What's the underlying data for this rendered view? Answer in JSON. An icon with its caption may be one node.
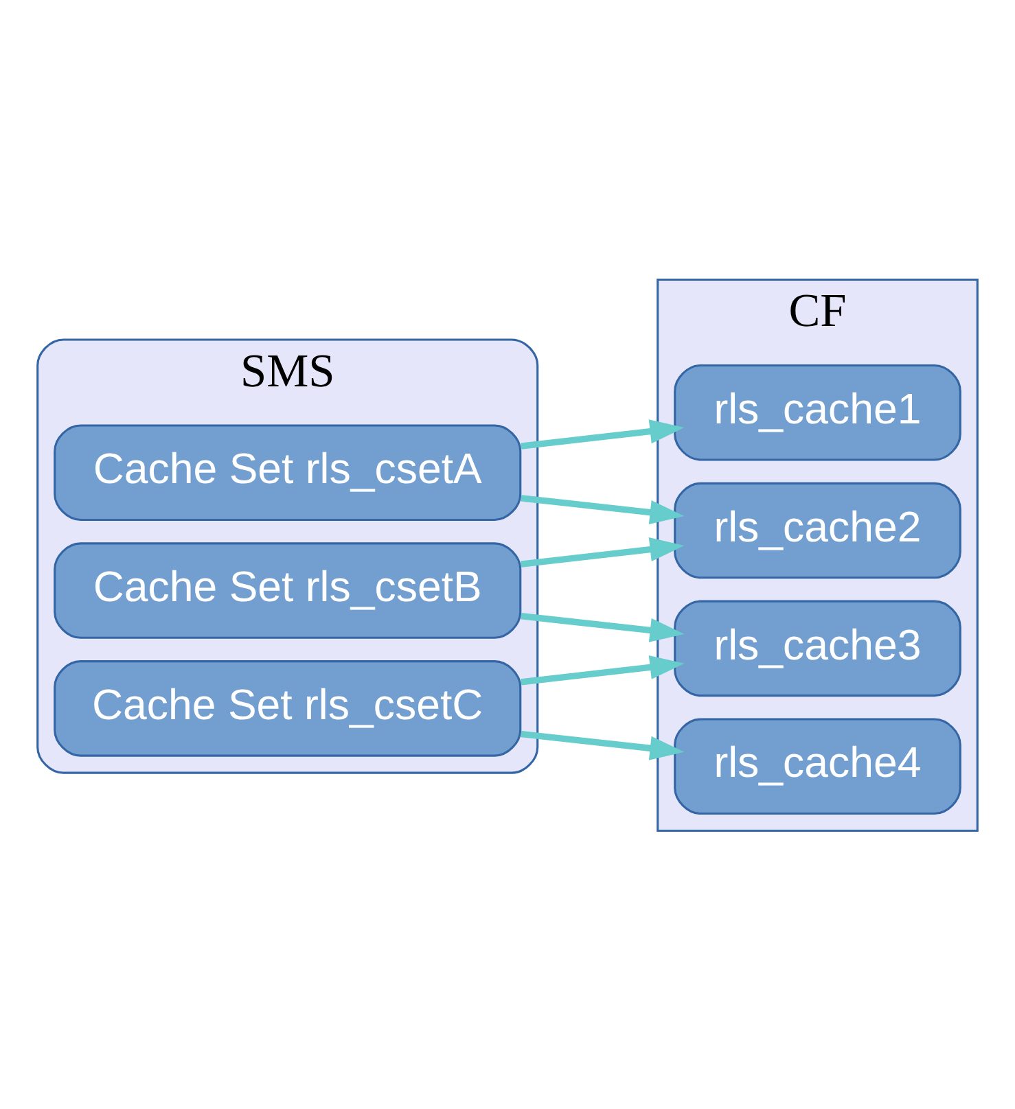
{
  "diagram": {
    "nodes": [
      {
        "text": [
          "SMS"
        ]
      },
      {
        "text": [
          "Cache Set rls_csetA"
        ],
        "in": 0
      },
      {
        "text": [
          "Cache Set rls_csetB"
        ],
        "in": 0
      },
      {
        "text": [
          "Cache Set rls_csetC"
        ],
        "in": 0
      },
      {
        "text": [
          "CF"
        ]
      },
      {
        "text": [
          "rls_cache1"
        ],
        "in": 4
      },
      {
        "text": [
          "rls_cache2"
        ],
        "in": 4
      },
      {
        "text": [
          "rls_cache3"
        ],
        "in": 4
      },
      {
        "text": [
          "rls_cache4"
        ],
        "in": 4
      }
    ],
    "edges": [
      {
        "from": 1,
        "to": 5,
        "arrow": "to"
      },
      {
        "from": 1,
        "to": 6,
        "arrow": "to"
      },
      {
        "from": 2,
        "to": 6,
        "arrow": "to"
      },
      {
        "from": 2,
        "to": 7,
        "arrow": "to"
      },
      {
        "from": 3,
        "to": 7,
        "arrow": "to"
      },
      {
        "from": 3,
        "to": 8,
        "arrow": "to"
      }
    ]
  }
}
